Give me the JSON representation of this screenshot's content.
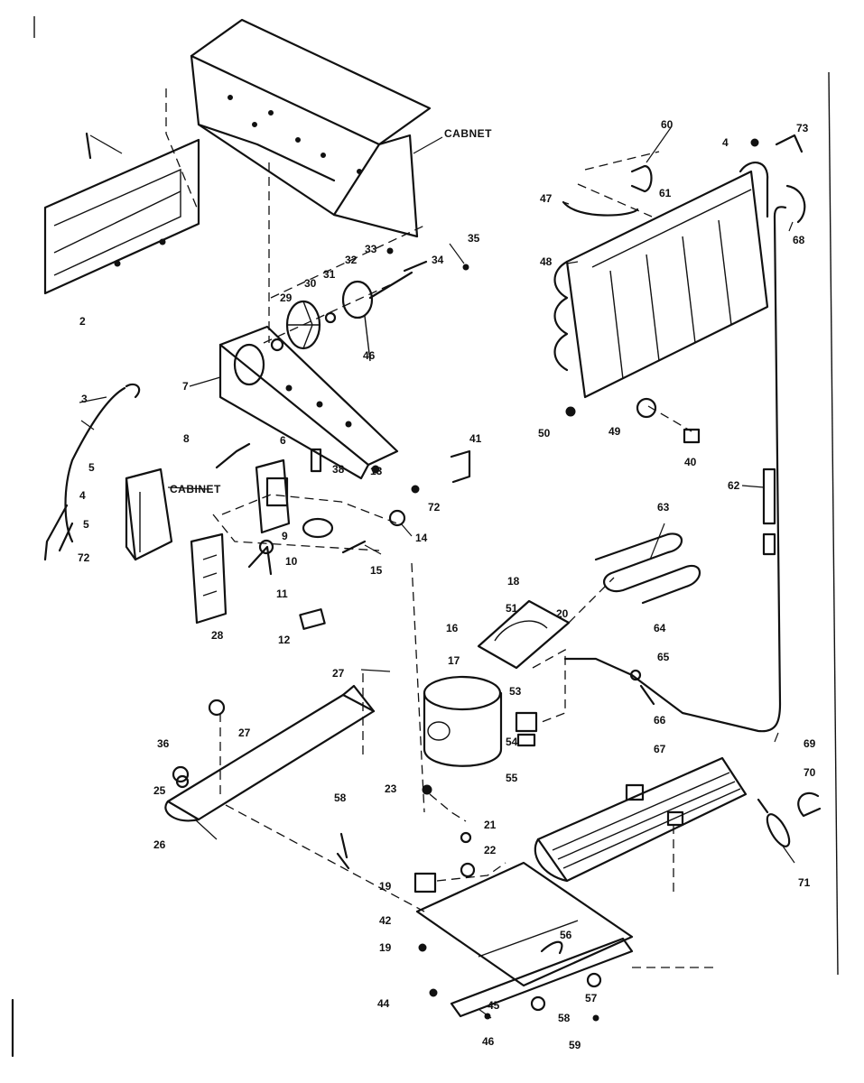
{
  "labels": {
    "cabinet_top": "CABNET",
    "cabinet_mid": "CABINET",
    "c2": "2",
    "c3": "3",
    "c4": "4",
    "c5": "5",
    "c6": "6",
    "c7": "7",
    "c8": "8",
    "c9": "9",
    "c10": "10",
    "c11": "11",
    "c12": "12",
    "c13": "13",
    "c14": "14",
    "c15": "15",
    "c16": "16",
    "c17": "17",
    "c18": "18",
    "c19": "19",
    "c20": "20",
    "c21": "21",
    "c22": "22",
    "c23": "23",
    "c25": "25",
    "c26": "26",
    "c27": "27",
    "c27b": "27",
    "c28": "28",
    "c29": "29",
    "c30": "30",
    "c31": "31",
    "c32": "32",
    "c33": "33",
    "c34": "34",
    "c35": "35",
    "c36": "36",
    "c38": "38",
    "c40": "40",
    "c41": "41",
    "c42": "42",
    "c44": "44",
    "c45": "45",
    "c46": "46",
    "c47": "47",
    "c48": "48",
    "c49": "49",
    "c50": "50",
    "c51": "51",
    "c53": "53",
    "c54": "54",
    "c55": "55",
    "c56": "56",
    "c57": "57",
    "c58": "58",
    "c59": "59",
    "c60": "60",
    "c61": "61",
    "c62": "62",
    "c63": "63",
    "c64": "64",
    "c65": "65",
    "c66": "66",
    "c67": "67",
    "c68": "68",
    "c69": "69",
    "c70": "70",
    "c71": "71",
    "c72": "72",
    "c72b": "72",
    "c73": "73",
    "c4b": "4",
    "c5b": "5",
    "c46b": "46"
  }
}
